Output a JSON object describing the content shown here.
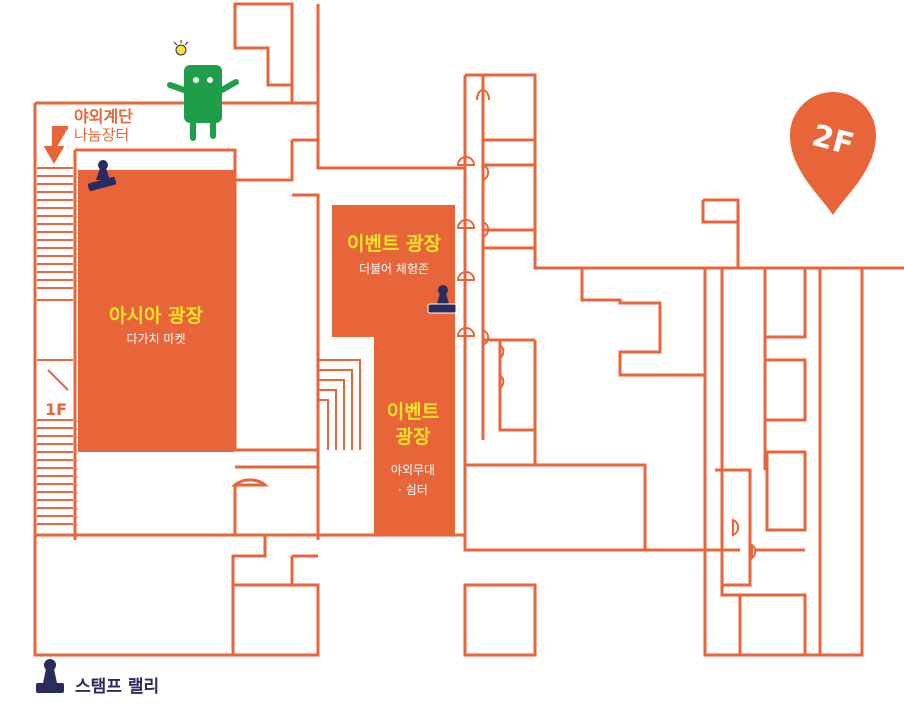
{
  "floor_badge": {
    "label": "2F",
    "color": "#e8653a"
  },
  "colors": {
    "accent": "#e8653a",
    "zone_title": "#ffe22a",
    "mascot": "#1f9e4a",
    "stamp": "#2c2b5e"
  },
  "zones": {
    "asia": {
      "title": "아시아 광장",
      "subtitle": "다가치 마켓"
    },
    "event_top": {
      "title": "이벤트 광장",
      "subtitle": "더불어 체험존"
    },
    "event_bottom": {
      "title_line1": "이벤트",
      "title_line2": "광장",
      "subtitle_line1": "야외무대",
      "subtitle_line2": "· 쉼터"
    }
  },
  "stairs": {
    "line1": "야외계단",
    "line2": "나눔장터",
    "icon": "arrow-down-icon"
  },
  "floor_marker": {
    "label": "1F"
  },
  "mascot": {
    "icon": "lightbulb-icon"
  },
  "legend": {
    "icon": "stamp-icon",
    "label": "스탬프 랠리"
  }
}
